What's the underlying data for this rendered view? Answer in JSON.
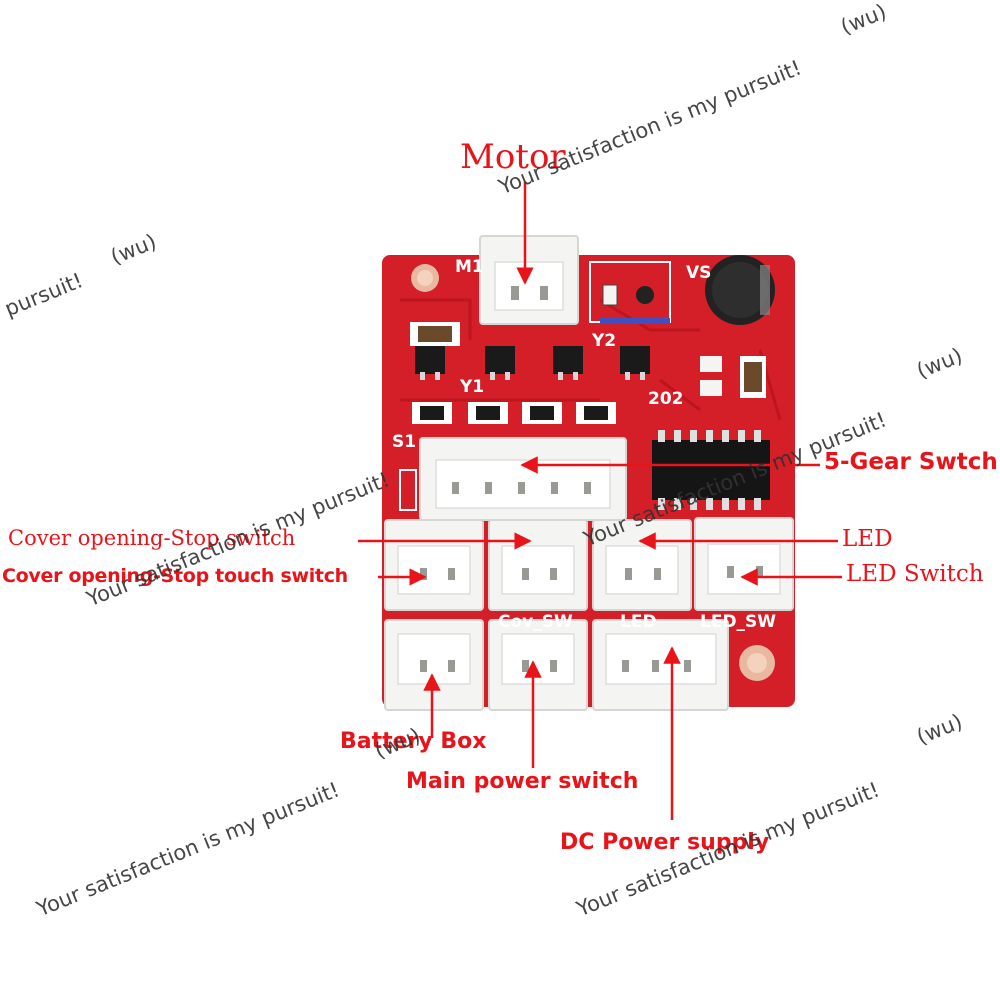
{
  "labels": {
    "motor": "Motor",
    "gear_switch": "5-Gear Swtch",
    "cover_stop_switch": "Cover opening-Stop switch",
    "cover_stop_touch_switch": "Cover opening-Stop touch switch",
    "led": "LED",
    "led_switch": "LED Switch",
    "battery_box": "Battery Box",
    "main_power_switch": "Main power switch",
    "dc_power_supply": "DC Power supply"
  },
  "silkscreen": {
    "m1": "M1",
    "vs": "VS",
    "y1": "Y1",
    "y2": "Y2",
    "code": "202",
    "s1": "S1",
    "led_sw": "LED_SW",
    "cov_sw": "Cov_SW",
    "led2": "LED"
  },
  "watermarks": {
    "text_1": "Your satisfaction is my pursuit!",
    "text_2": "(wu)",
    "text_3": "pursuit!",
    "text_4": "(wu)",
    "text_5": "Your satisfaction is my pursuit!",
    "text_6": "(wu)",
    "text_7": "Your satisfaction is my pursuit!",
    "text_8": "(wu)",
    "text_9": "Your satisfaction is my pursuit!",
    "text_10": "(wu)",
    "text_11": "Your satisfaction is my pursuit!"
  },
  "colors": {
    "pcb": "#d41e28",
    "label": "#e8141a",
    "connector": "#f4f4f2"
  }
}
